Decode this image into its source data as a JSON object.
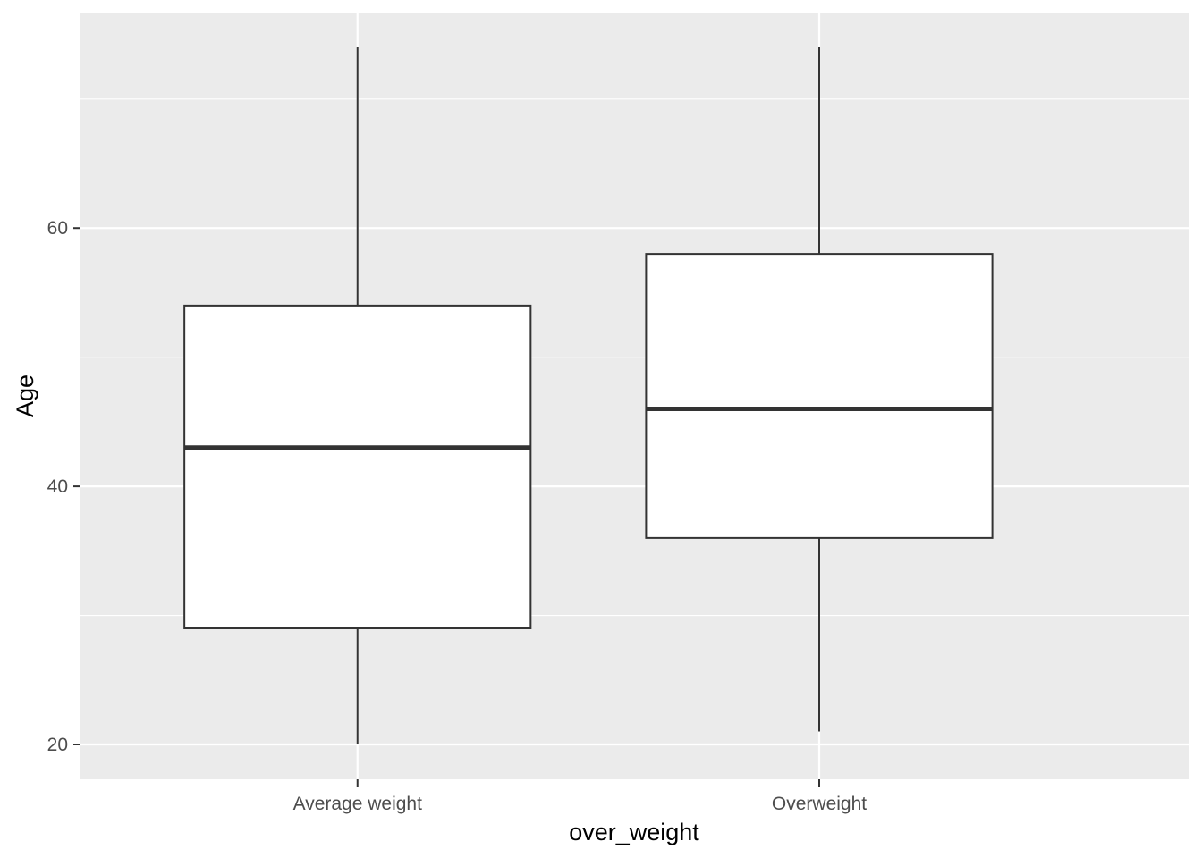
{
  "chart_data": {
    "type": "boxplot",
    "xlabel": "over_weight",
    "ylabel": "Age",
    "categories": [
      "Average weight",
      "Overweight"
    ],
    "boxes": [
      {
        "category": "Average weight",
        "min": 20,
        "q1": 29,
        "median": 43,
        "q3": 54,
        "max": 74
      },
      {
        "category": "Overweight",
        "min": 21,
        "q1": 36,
        "median": 46,
        "q3": 58,
        "max": 74
      }
    ],
    "yticks": [
      20,
      40,
      60
    ],
    "yminor": [
      30,
      50,
      70
    ],
    "ylabels": [
      "20",
      "40",
      "60"
    ],
    "ylim": [
      17.3,
      76.7
    ],
    "grid": true,
    "colors": {
      "panel_background": "#ebebeb",
      "grid": "#ffffff",
      "box_fill": "#ffffff",
      "box_stroke": "#333333",
      "tick": "#333333"
    }
  }
}
